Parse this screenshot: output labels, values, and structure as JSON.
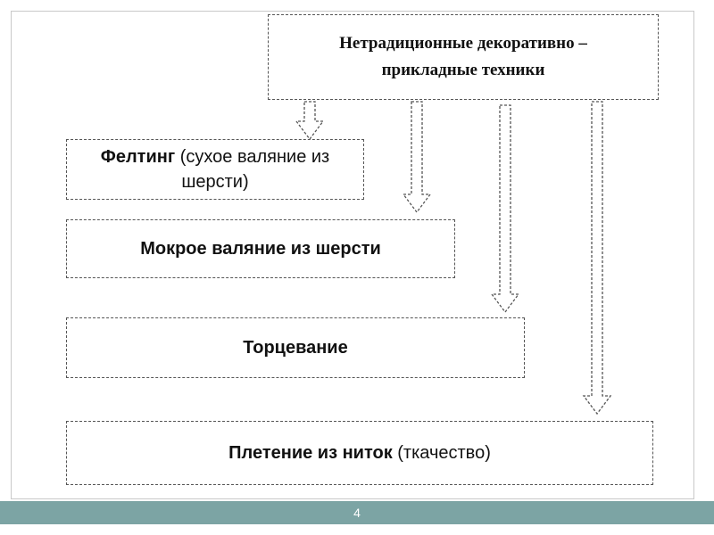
{
  "title": {
    "line1": "Нетрадиционные декоративно –",
    "line2": "прикладные техники"
  },
  "boxes": [
    {
      "bold": "Фелтинг",
      "normal": " (сухое валяние из шерсти)"
    },
    {
      "bold": "Мокрое валяние из шерсти",
      "normal": ""
    },
    {
      "bold": "Торцевание",
      "normal": ""
    },
    {
      "bold": "Плетение из ниток",
      "normal": " (ткачество)"
    }
  ],
  "footer": {
    "page_number": "4"
  }
}
